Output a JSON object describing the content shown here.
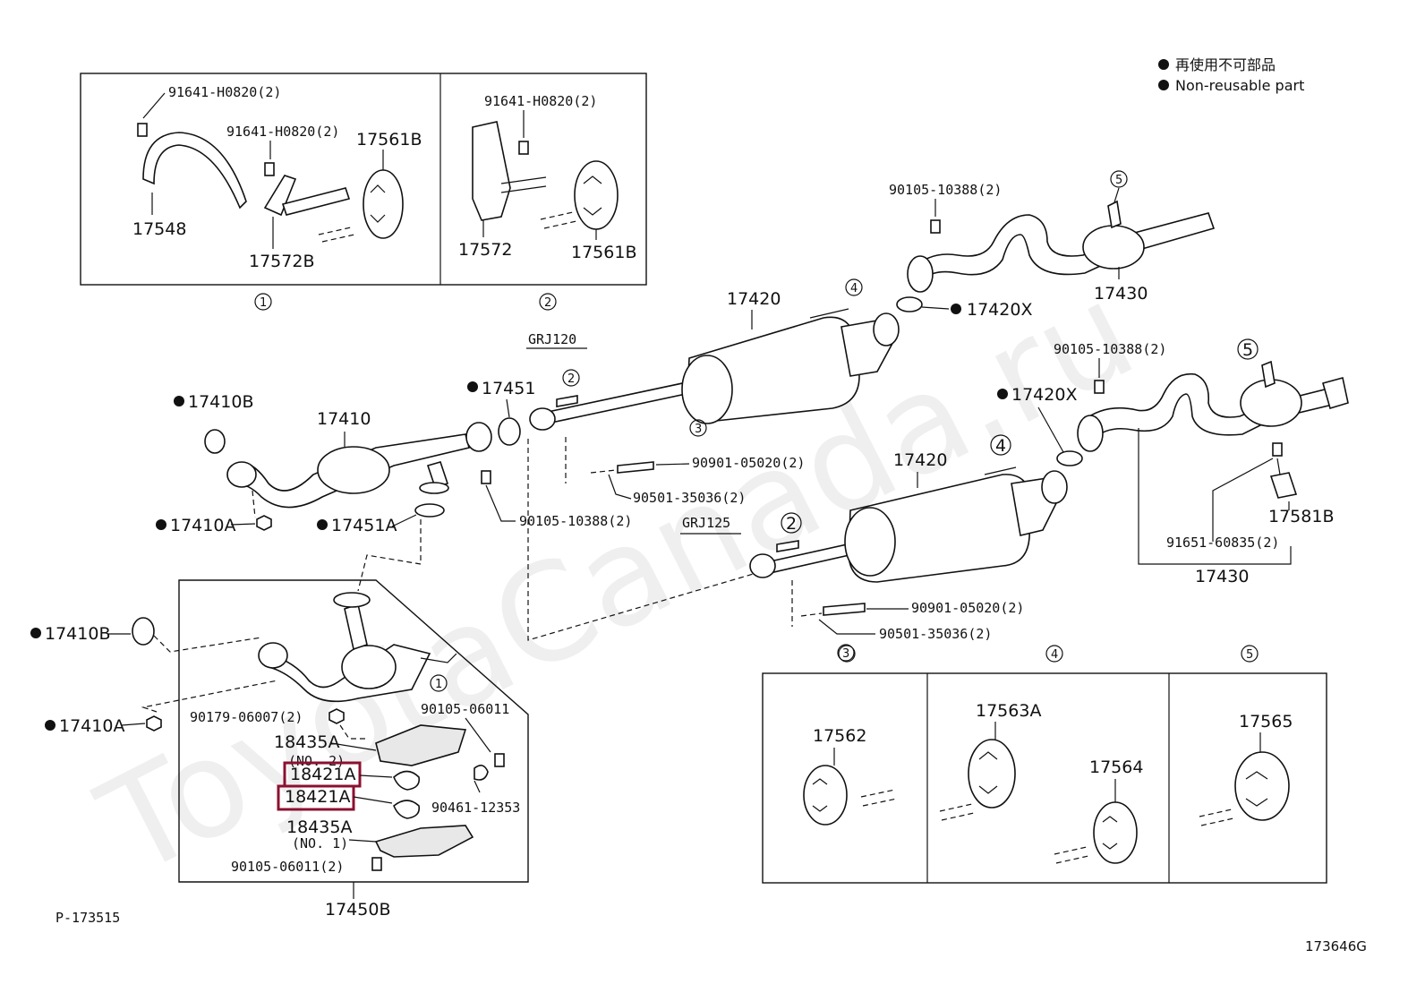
{
  "watermark": "ToyotaCanada.ru",
  "legend": {
    "items": [
      {
        "text": "再使用不可部品"
      },
      {
        "text": "Non-reusable part"
      }
    ]
  },
  "codes": {
    "left": "P-173515",
    "right": "173646G"
  },
  "variants": {
    "a": "GRJ120",
    "b": "GRJ125"
  },
  "circles": [
    "1",
    "2",
    "3",
    "4",
    "5"
  ],
  "labels": {
    "p91641_a": "91641-H0820(2)",
    "p91641_b": "91641-H0820(2)",
    "p91641_c": "91641-H0820(2)",
    "p17548": "17548",
    "p17572B": "17572B",
    "p17561B_a": "17561B",
    "p17572": "17572",
    "p17561B_b": "17561B",
    "p90105_a": "90105-10388(2)",
    "p90105_b": "90105-10388(2)",
    "p90105_c": "90105-10388(2)",
    "p17430_a": "17430",
    "p17420X_a": "17420X",
    "p17420X_b": "17420X",
    "p17420_a": "17420",
    "p17420_b": "17420",
    "p17451": "17451",
    "p17410B_a": "17410B",
    "p17410B_b": "17410B",
    "p17410": "17410",
    "p17410A_a": "17410A",
    "p17410A_b": "17410A",
    "p17451A": "17451A",
    "p90901_a": "90901-05020(2)",
    "p90901_b": "90901-05020(2)",
    "p90501_a": "90501-35036(2)",
    "p90501_b": "90501-35036(2)",
    "p17581B": "17581B",
    "p91651": "91651-60835(2)",
    "p17430_b": "17430",
    "p90179": "90179-06007(2)",
    "p90105_06011_a": "90105-06011",
    "p90105_06011_b": "90105-06011(2)",
    "p18435A_a": "18435A",
    "p18435A_a_no": "(NO. 2)",
    "p18421A_a": "18421A",
    "p18421A_b": "18421A",
    "p90461": "90461-12353",
    "p18435A_b": "18435A",
    "p18435A_b_no": "(NO. 1)",
    "p17450B": "17450B",
    "p17562": "17562",
    "p17563A": "17563A",
    "p17564": "17564",
    "p17565": "17565"
  }
}
